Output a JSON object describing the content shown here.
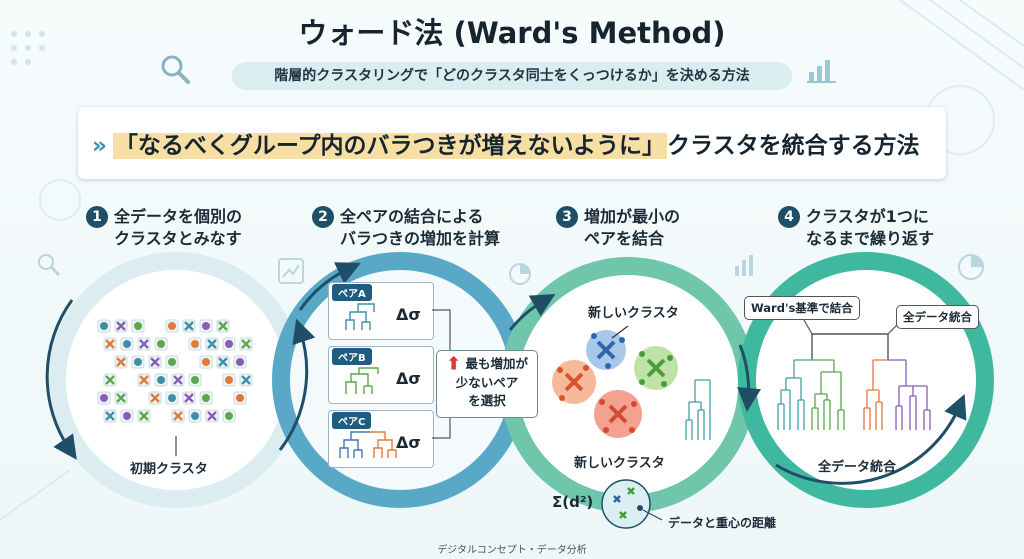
{
  "title": "ウォード法 (Ward's Method)",
  "subtitle": "階層的クラスタリングで「どのクラスタ同士をくっつけるか」を決める方法",
  "banner": {
    "prefix": "»",
    "highlight": "「なるべくグループ内のバラつきが増えないように」",
    "suffix": "クラスタを統合する方法"
  },
  "steps": [
    {
      "num": "1",
      "line1": "全データを個別の",
      "line2": "クラスタとみなす",
      "caption": "初期クラスタ"
    },
    {
      "num": "2",
      "line1": "全ペアの結合による",
      "line2": "バラつきの増加を計算",
      "pairs": [
        {
          "tag": "ペアA",
          "delta": "Δσ"
        },
        {
          "tag": "ペアB",
          "delta": "Δσ"
        },
        {
          "tag": "ペアC",
          "delta": "Δσ"
        }
      ],
      "select_line1": "最も増加が",
      "select_line2": "少ないペア",
      "select_line3": "を選択"
    },
    {
      "num": "3",
      "line1": "増加が最小の",
      "line2": "ペアを結合",
      "label_top": "新しいクラスタ",
      "label_bottom": "新しいクラスタ",
      "formula": "Σ(d²)",
      "formula_note": "データと重心の距離"
    },
    {
      "num": "4",
      "line1": "クラスタが1つに",
      "line2": "なるまで繰り返す",
      "callout_left": "Ward's基準で結合",
      "callout_right": "全データ統合",
      "caption": "全データ統合"
    }
  ],
  "footer": "デジタルコンセプト・データ分析",
  "colors": {
    "accent": "#1f4f66",
    "ring_blue": "#5aa8c8",
    "ring_teal": "#3fb8a0",
    "highlight": "#f7dfa4"
  }
}
